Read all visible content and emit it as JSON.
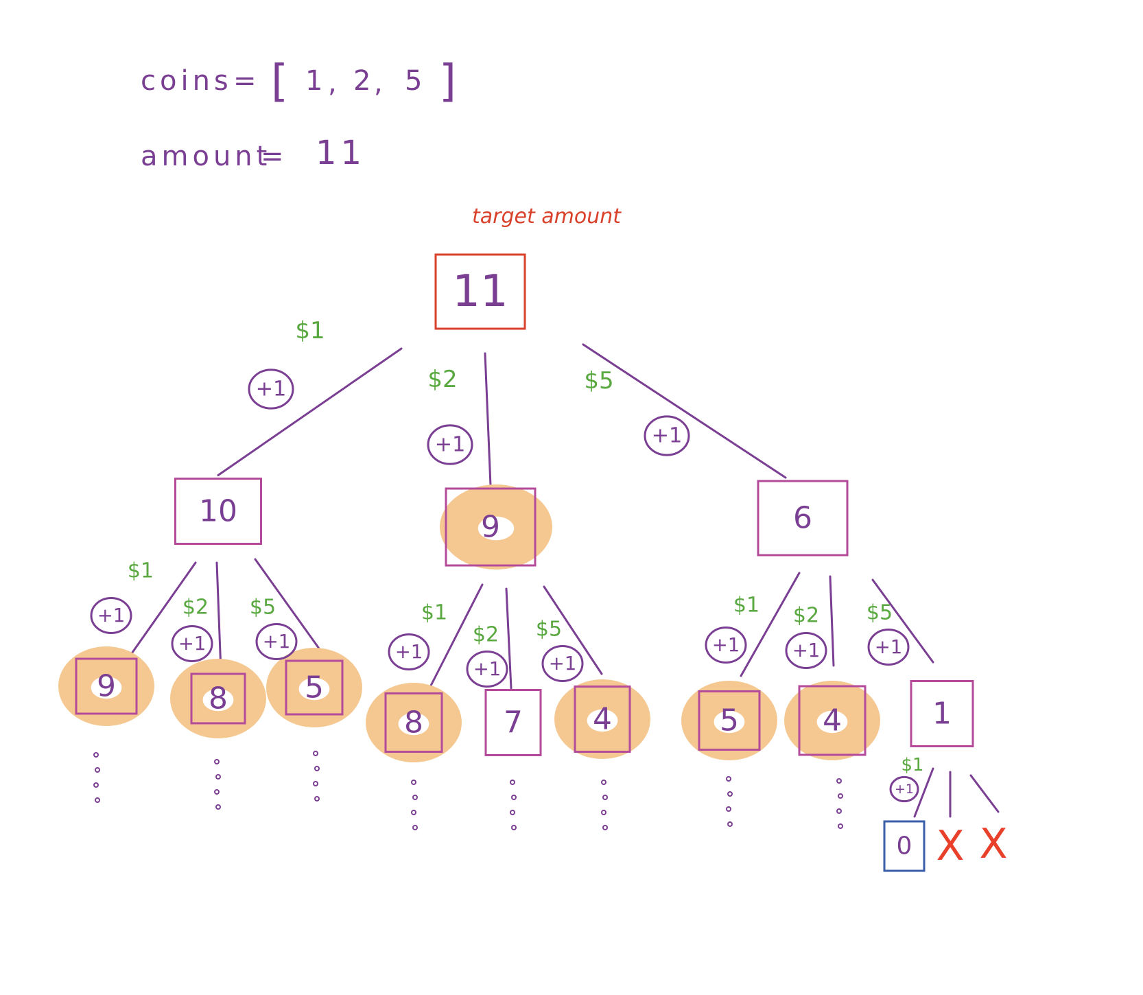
{
  "header": {
    "coins_label": "coins",
    "coins_eq": "=",
    "coins_values": [
      "1",
      "2",
      "5"
    ],
    "amount_label": "amount",
    "amount_eq": "=",
    "amount_value": "11"
  },
  "root_note": "target amount",
  "colors": {
    "tree": "#7a3f93",
    "node_border": "#b44a9a",
    "root_border": "#d9412b",
    "coin_label": "#5aa840",
    "memo_highlight": "#f5c892",
    "base_case_border": "#3b5ea8",
    "invalid_mark": "#e8402a"
  },
  "tree": {
    "root": {
      "value": "11"
    },
    "level1": [
      {
        "value": "10",
        "coin": "$1",
        "step": "+1",
        "memo": false
      },
      {
        "value": "9",
        "coin": "$2",
        "step": "+1",
        "memo": true
      },
      {
        "value": "6",
        "coin": "$5",
        "step": "+1",
        "memo": false
      }
    ],
    "level2": [
      {
        "value": "9",
        "coin": "$1",
        "step": "+1",
        "memo": true
      },
      {
        "value": "8",
        "coin": "$2",
        "step": "+1",
        "memo": true
      },
      {
        "value": "5",
        "coin": "$5",
        "step": "+1",
        "memo": true
      },
      {
        "value": "8",
        "coin": "$1",
        "step": "+1",
        "memo": true
      },
      {
        "value": "7",
        "coin": "$2",
        "step": "+1",
        "memo": false
      },
      {
        "value": "4",
        "coin": "$5",
        "step": "+1",
        "memo": true
      },
      {
        "value": "5",
        "coin": "$1",
        "step": "+1",
        "memo": true
      },
      {
        "value": "4",
        "coin": "$2",
        "step": "+1",
        "memo": true
      },
      {
        "value": "1",
        "coin": "$5",
        "step": "+1",
        "memo": false
      }
    ],
    "level3": [
      {
        "value": "0",
        "coin": "$1",
        "step": "+1",
        "kind": "base"
      },
      {
        "value": "X",
        "kind": "invalid"
      },
      {
        "value": "X",
        "kind": "invalid"
      }
    ]
  }
}
